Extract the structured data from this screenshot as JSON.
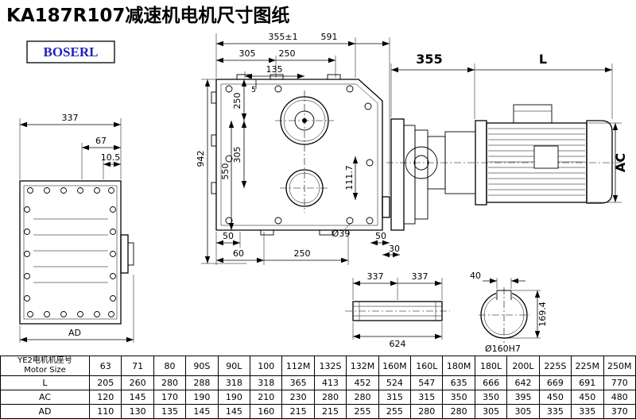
{
  "title": "KA187R107减速机电机尺寸图纸",
  "logo": {
    "text": "BOSERL"
  },
  "drawing": {
    "left_view": {
      "w337": "337",
      "w67": "67",
      "w10_5": "10.5",
      "ad": "AD"
    },
    "front_view": {
      "w355": "355±1",
      "w591": "591",
      "w305": "305",
      "w250": "250",
      "w135": "135",
      "h250": "250",
      "h5": "5",
      "h305": "305",
      "h550": "550",
      "h942": "942",
      "h111_7": "111.7",
      "b50": "50",
      "b60": "60",
      "b250": "250",
      "d39": "Ø39",
      "b50b": "50",
      "b30": "30"
    },
    "side_view": {
      "len355": "355",
      "lenL": "L",
      "ac": "AC"
    },
    "shaft_view": {
      "s337a": "337",
      "s337b": "337",
      "s624": "624"
    },
    "bore_view": {
      "k40": "40",
      "k169_4": "169.4",
      "bore": "Ø160H7"
    }
  },
  "table": {
    "corner_cn": "YE2电机机座号",
    "corner_en": "Motor Size",
    "sizes": [
      "63",
      "71",
      "80",
      "90S",
      "90L",
      "100",
      "112M",
      "132S",
      "132M",
      "160M",
      "160L",
      "180M",
      "180L",
      "200L",
      "225S",
      "225M",
      "250M"
    ],
    "rows": [
      {
        "label": "L",
        "values": [
          "205",
          "260",
          "280",
          "288",
          "318",
          "318",
          "365",
          "413",
          "452",
          "524",
          "547",
          "635",
          "666",
          "642",
          "669",
          "691",
          "770"
        ]
      },
      {
        "label": "AC",
        "values": [
          "120",
          "145",
          "170",
          "190",
          "190",
          "210",
          "230",
          "280",
          "280",
          "315",
          "315",
          "350",
          "350",
          "395",
          "450",
          "450",
          "480"
        ]
      },
      {
        "label": "AD",
        "values": [
          "110",
          "130",
          "135",
          "145",
          "145",
          "160",
          "215",
          "215",
          "255",
          "255",
          "280",
          "280",
          "305",
          "305",
          "335",
          "335",
          "370"
        ]
      }
    ]
  }
}
